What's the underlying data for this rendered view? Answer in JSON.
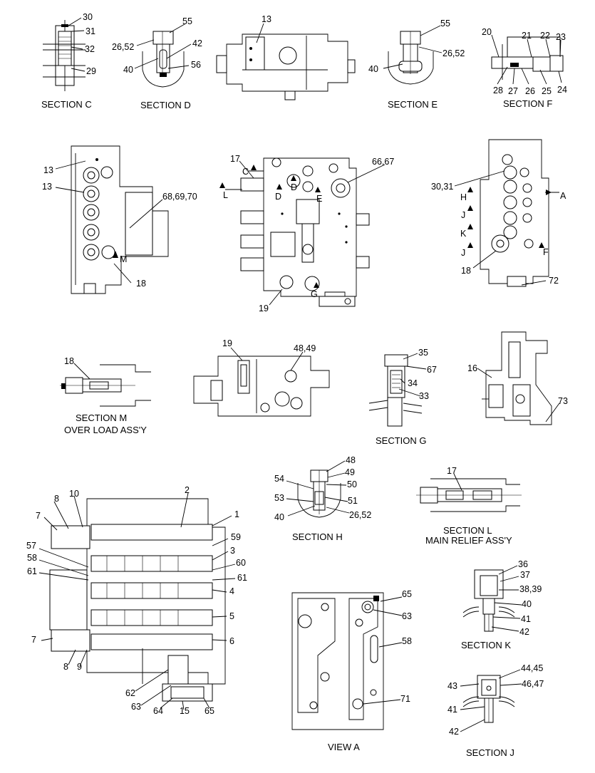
{
  "colors": {
    "line": "#000000",
    "background": "#ffffff"
  },
  "sections": {
    "c": "SECTION C",
    "d": "SECTION D",
    "e": "SECTION E",
    "f": "SECTION F",
    "m1": "SECTION M",
    "m2": "OVER LOAD ASS'Y",
    "g": "SECTION G",
    "h": "SECTION H",
    "l1": "SECTION L",
    "l2": "MAIN RELIEF ASS'Y",
    "k": "SECTION K",
    "view_a": "VIEW A",
    "j": "SECTION J"
  },
  "callouts": {
    "c30": "30",
    "c31": "31",
    "c32": "32",
    "c29": "29",
    "d55": "55",
    "d2652": "26,52",
    "d42": "42",
    "d40": "40",
    "d56": "56",
    "top13": "13",
    "e55": "55",
    "e2652": "26,52",
    "e40": "40",
    "f20": "20",
    "f21": "21",
    "f22": "22",
    "f23": "23",
    "f28": "28",
    "f27": "27",
    "f26": "26",
    "f25": "25",
    "f24": "24",
    "l13a": "13",
    "l13b": "13",
    "l686970": "68,69,70",
    "lM": "M",
    "l18": "18",
    "m17": "17",
    "mC": "C",
    "mL": "L",
    "mD1": "D",
    "mD2": "D",
    "mE": "E",
    "m6667": "66,67",
    "mG": "G",
    "m19": "19",
    "r3031": "30,31",
    "rH": "H",
    "rJ1": "J",
    "rK": "K",
    "rJ2": "J",
    "rA": "A",
    "rF": "F",
    "r18": "18",
    "r72": "72",
    "sm18": "18",
    "mid19": "19",
    "mid4849": "48,49",
    "g35": "35",
    "g67": "67",
    "g34": "34",
    "g33": "33",
    "rr16": "16",
    "rr73": "73",
    "h48": "48",
    "h49": "49",
    "h50": "50",
    "h54": "54",
    "h51": "51",
    "h53": "53",
    "h40": "40",
    "h2652": "26,52",
    "l17": "17",
    "b8": "8",
    "b10": "10",
    "b2": "2",
    "b1": "1",
    "b7": "7",
    "b59": "59",
    "b57": "57",
    "b3": "3",
    "b58": "58",
    "b60": "60",
    "b61a": "61",
    "b61b": "61",
    "b4": "4",
    "b5": "5",
    "b7b": "7",
    "b6": "6",
    "b8b": "8",
    "b9": "9",
    "b62": "62",
    "b63": "63",
    "b64": "64",
    "b15": "15",
    "b65": "65",
    "va65": "65",
    "va63": "63",
    "va58": "58",
    "va71": "71",
    "k36": "36",
    "k37": "37",
    "k3839": "38,39",
    "k40": "40",
    "k41": "41",
    "k42": "42",
    "j4445": "44,45",
    "j43": "43",
    "j4647": "46,47",
    "j41": "41",
    "j42": "42"
  }
}
